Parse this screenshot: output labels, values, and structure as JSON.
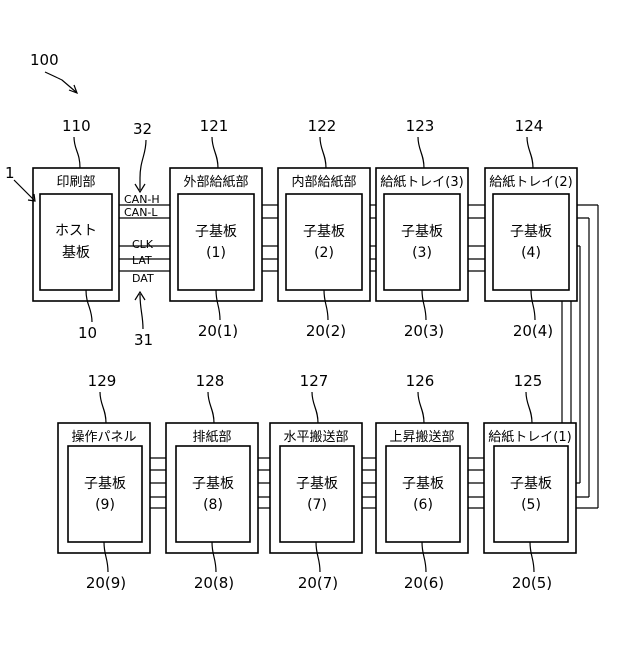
{
  "system_ref": "100",
  "host": {
    "unit_ref": "110",
    "unit_label": "印刷部",
    "board_line1": "ホスト",
    "board_line2": "基板",
    "board_ref": "10",
    "side_ref": "1"
  },
  "bus": {
    "can_ref": "32",
    "serial_ref": "31",
    "signals": [
      "CAN-H",
      "CAN-L",
      "CLK",
      "LAT",
      "DAT"
    ]
  },
  "top_row": [
    {
      "unit_ref": "121",
      "unit_label": "外部給紙部",
      "board_label": "子基板",
      "board_num": "(1)",
      "board_ref": "20(1)"
    },
    {
      "unit_ref": "122",
      "unit_label": "内部給紙部",
      "board_label": "子基板",
      "board_num": "(2)",
      "board_ref": "20(2)"
    },
    {
      "unit_ref": "123",
      "unit_label": "給紙トレイ(3)",
      "board_label": "子基板",
      "board_num": "(3)",
      "board_ref": "20(3)"
    },
    {
      "unit_ref": "124",
      "unit_label": "給紙トレイ(2)",
      "board_label": "子基板",
      "board_num": "(4)",
      "board_ref": "20(4)"
    }
  ],
  "bottom_row": [
    {
      "unit_ref": "129",
      "unit_label": "操作パネル",
      "board_label": "子基板",
      "board_num": "(9)",
      "board_ref": "20(9)"
    },
    {
      "unit_ref": "128",
      "unit_label": "排紙部",
      "board_label": "子基板",
      "board_num": "(8)",
      "board_ref": "20(8)"
    },
    {
      "unit_ref": "127",
      "unit_label": "水平搬送部",
      "board_label": "子基板",
      "board_num": "(7)",
      "board_ref": "20(7)"
    },
    {
      "unit_ref": "126",
      "unit_label": "上昇搬送部",
      "board_label": "子基板",
      "board_num": "(6)",
      "board_ref": "20(6)"
    },
    {
      "unit_ref": "125",
      "unit_label": "給紙トレイ(1)",
      "board_label": "子基板",
      "board_num": "(5)",
      "board_ref": "20(5)"
    }
  ]
}
